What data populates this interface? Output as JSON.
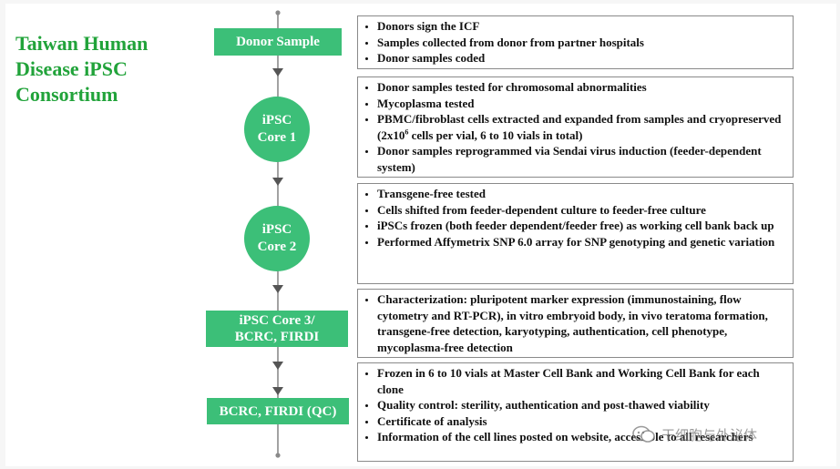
{
  "title": [
    "Taiwan Human",
    "Disease iPSC",
    "Consortium"
  ],
  "nodes": {
    "donor_sample": "Donor Sample",
    "core1": [
      "iPSC",
      "Core 1"
    ],
    "core2": [
      "iPSC",
      "Core 2"
    ],
    "core3": [
      "iPSC Core 3/",
      "BCRC, FIRDI"
    ],
    "qc": "BCRC, FIRDI (QC)"
  },
  "boxes": {
    "donor": [
      "Donors sign the ICF",
      "Samples collected from donor from partner hospitals",
      "Donor samples coded"
    ],
    "core1": {
      "item1": "Donor samples tested for chromosomal abnormalities",
      "item2": "Mycoplasma tested",
      "item3_before": "PBMC/fibroblast cells extracted and expanded from samples and cryopreserved (2x10",
      "item3_sup": "6",
      "item3_after": " cells per vial, 6 to 10 vials in total)",
      "item4": "Donor samples reprogrammed via Sendai virus induction (feeder-dependent system)"
    },
    "core2": [
      "Transgene-free tested",
      "Cells shifted from feeder-dependent culture to feeder-free culture",
      "iPSCs frozen (both feeder dependent/feeder free) as working cell bank back up",
      "Performed Affymetrix SNP 6.0 array for SNP genotyping and genetic variation"
    ],
    "core3": [
      "Characterization: pluripotent marker expression (immunostaining, flow cytometry and RT-PCR), in vitro embryoid body, in vivo teratoma formation, transgene-free detection, karyotyping, authentication, cell phenotype, mycoplasma-free detection"
    ],
    "qc": [
      "Frozen in 6 to 10 vials at Master Cell Bank and Working Cell Bank for each clone",
      "Quality control: sterility, authentication and post-thawed viability",
      "Certificate of analysis",
      "Information of the cell lines posted on website, accessible to all researchers"
    ]
  },
  "watermark": "干细胞与外泌体",
  "colors": {
    "green_node": "#3cbf78",
    "title_green": "#21a33a",
    "box_border": "#8a8a8a"
  }
}
